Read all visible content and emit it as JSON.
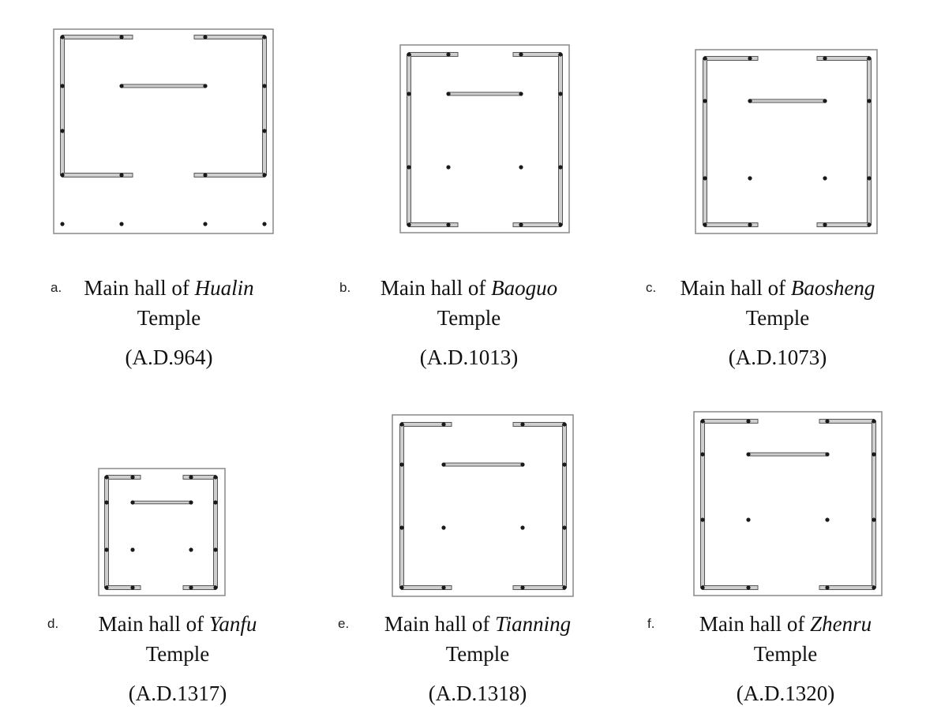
{
  "figure": {
    "panels": [
      {
        "id": "a",
        "letter": "a.",
        "prefix": "Main hall of ",
        "name": "Hualin",
        "suffix": "Temple",
        "date": "(A.D.964)"
      },
      {
        "id": "b",
        "letter": "b.",
        "prefix": "Main hall of ",
        "name": "Baoguo",
        "suffix": "Temple",
        "date": "(A.D.1013)"
      },
      {
        "id": "c",
        "letter": "c.",
        "prefix": "Main hall of ",
        "name": "Baosheng",
        "suffix": "Temple",
        "date": "(A.D.1073)"
      },
      {
        "id": "d",
        "letter": "d.",
        "prefix": "Main hall of ",
        "name": "Yanfu",
        "suffix": "Temple",
        "date": "(A.D.1317)"
      },
      {
        "id": "e",
        "letter": "e.",
        "prefix": "Main hall of ",
        "name": "Tianning",
        "suffix": "Temple",
        "date": "(A.D.1318)"
      },
      {
        "id": "f",
        "letter": "f.",
        "prefix": "Main hall of ",
        "name": "Zhenru",
        "suffix": "Temple",
        "date": "(A.D.1320)"
      }
    ]
  },
  "colors": {
    "wall": "#cfcfcf",
    "wall_edge": "#555555",
    "column": "#1a1a1a",
    "frame": "#888888"
  }
}
